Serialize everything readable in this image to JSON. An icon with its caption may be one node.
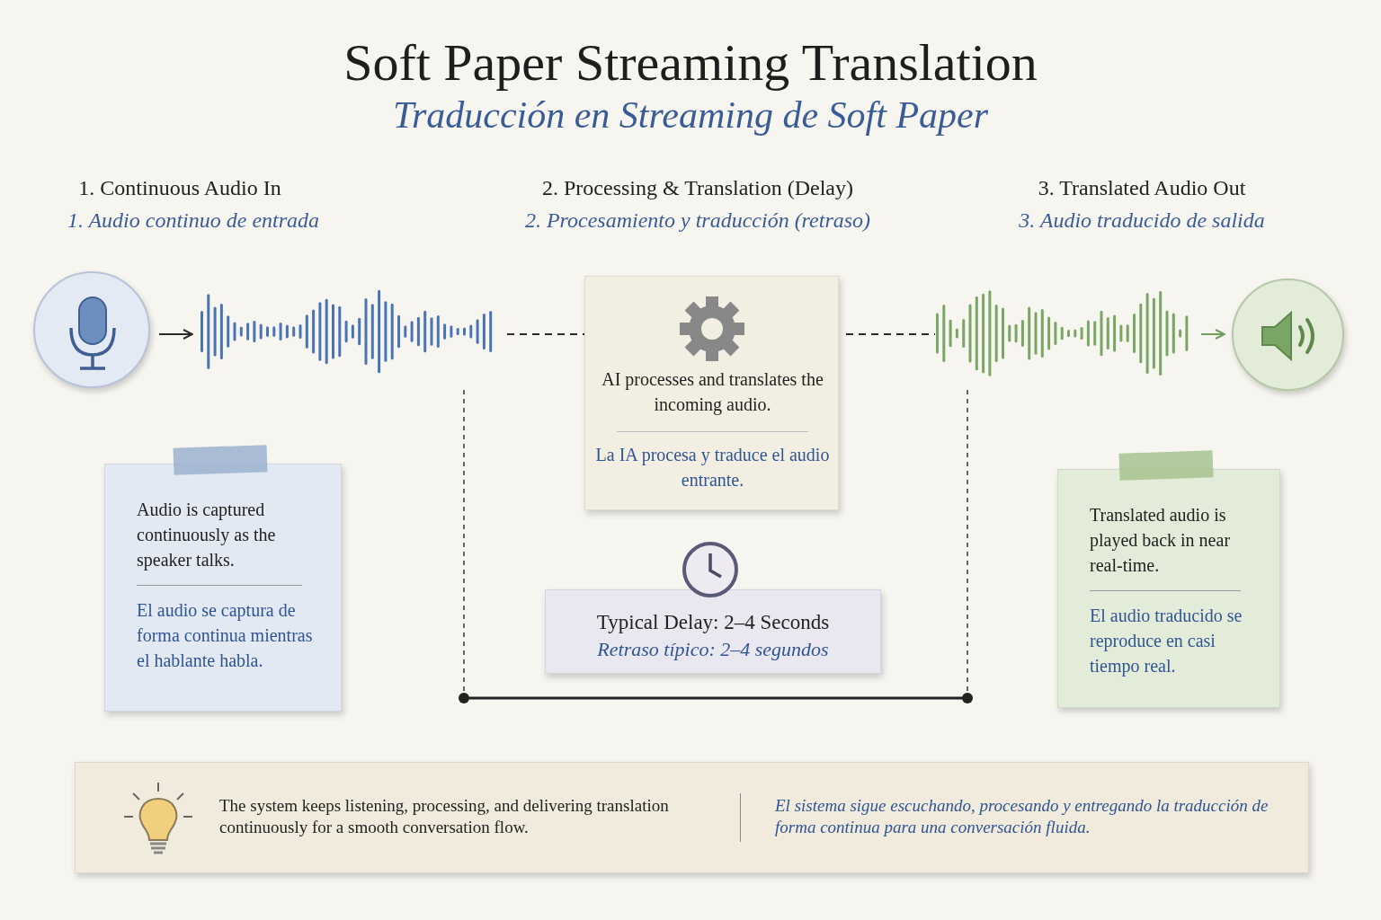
{
  "diagram": {
    "title": "Soft Paper Streaming Translation",
    "nodes": [
      {
        "text": [],
        "shape": "circle"
      },
      {
        "text": [],
        "shape": "picture"
      },
      {
        "text": [
          "AI processes and translates the incoming audio.",
          "La IA procesa y traduce el audio entrante."
        ]
      },
      {
        "text": [],
        "shape": "picture"
      },
      {
        "text": [],
        "shape": "circle"
      },
      {
        "text": [
          "Audio is captured continuously as the speaker talks.",
          "El audio se captura de forma continua mientras el hablante habla."
        ]
      },
      {
        "text": [
          "Typical Delay: 2–4 Seconds",
          "Retraso típico: 2–4 segundos"
        ]
      },
      {
        "text": [
          "Translated audio is played back in near real-time.",
          "El audio traducido se reproduce en casi tiempo real."
        ]
      },
      {
        "text": [
          "The system keeps listening, processing, and delivering translation continuously for a smooth conversation flow.",
          "El sistema sigue escuchando, procesando y entregando la traducción de forma continua para una conversación fluida."
        ]
      }
    ],
    "edges": [
      {
        "from": 0,
        "to": 1,
        "arrow": "to"
      },
      {
        "from": 1,
        "to": 2,
        "arrow": "none",
        "style": "dashed"
      },
      {
        "from": 2,
        "to": 3,
        "arrow": "none",
        "style": "dashed"
      },
      {
        "from": 3,
        "to": 4,
        "arrow": "to",
        "color": "#6f9e5f"
      }
    ],
    "labels": [
      "Traducción en Streaming de Soft Paper",
      "1. Continuous Audio In",
      "1. Audio continuo de entrada",
      "2. Processing & Translation (Delay)",
      "2. Procesamiento y traducción (retraso)",
      "3. Translated Audio Out",
      "3. Audio traducido de salida"
    ]
  }
}
